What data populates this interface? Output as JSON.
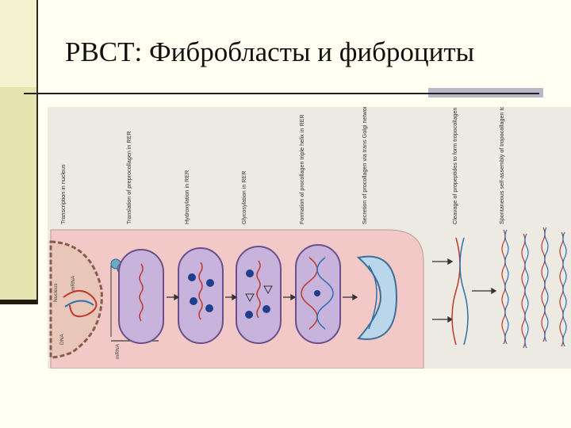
{
  "slide": {
    "title": "РВСТ: Фибробласты и фиброциты"
  },
  "figure": {
    "steps": [
      {
        "label": "Transcription in nucleus"
      },
      {
        "label": "Translation of preprocollagen in RER"
      },
      {
        "label": "Hydroxylation in RER"
      },
      {
        "label": "Glycosylation in RER"
      },
      {
        "label": "Formation of procollagen triple helix in RER"
      },
      {
        "label": "Secretion of procollagen via trans Golgi network"
      },
      {
        "label": "Cleavage of propeptides to form tropocollagen molecule"
      },
      {
        "label": "Spontaneous self-assembly of tropocollagen to form collagen fibril"
      }
    ],
    "labels": {
      "nucleus": "Nucleus",
      "dna": "DNA",
      "mrna_nucleus": "mRNA",
      "mrna_cyto": "mRNA"
    },
    "colors": {
      "cytoplasm": "#f2c9c6",
      "rer": "#c7b3dc",
      "helix_red": "#c0392b",
      "helix_blue": "#2c6fb0",
      "sugar": "#1f3f8c"
    }
  }
}
